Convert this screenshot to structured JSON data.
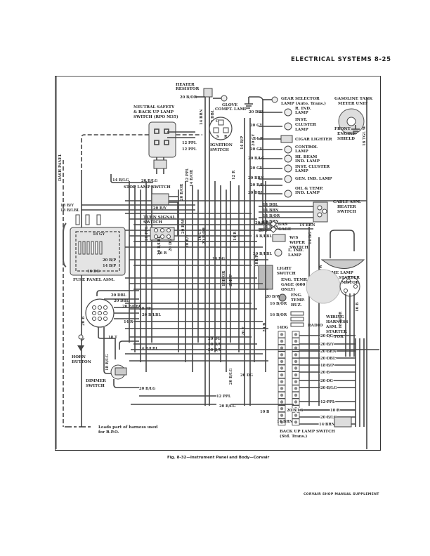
{
  "page": {
    "header": "ELECTRICAL SYSTEMS 8-25",
    "caption": "Fig. 8-32—Instrument Panel and Body—Corvair",
    "footer": "CORVAIR SHOP MANUAL SUPPLEMENT"
  },
  "diagram": {
    "components": {
      "dash_panel": "DASH PANEL",
      "heater_resistor": [
        "HEATER",
        "RESISTOR"
      ],
      "neutral_safety": [
        "NEUTRAL SAFETY",
        "& BACK UP LAMP",
        "SWITCH (RPO M35)"
      ],
      "glove_lamp": [
        "GLOVE",
        "COMPT. LAMP"
      ],
      "gear_selector": [
        "GEAR SELECTOR",
        "LAMP (Auto. Trans.)"
      ],
      "gas_tank": [
        "GASOLINE TANK",
        "METER UNIT"
      ],
      "ignition_switch": [
        "IGNITION",
        "SWITCH"
      ],
      "ignition_terms": [
        "C",
        "S",
        "R"
      ],
      "r_ind_lamp": [
        "R. IND.",
        "LAMP"
      ],
      "inst_cluster_lamp": [
        "INST.",
        "CLUSTER",
        "LAMP"
      ],
      "cigar_lighter": "CIGAR LIGHTER",
      "control_lamp": [
        "CONTROL",
        "LAMP"
      ],
      "hi_beam": [
        "HI. BEAM",
        "IND. LAMP"
      ],
      "inst_cluster_lamp2": [
        "INST. CLUSTER",
        "LAMP"
      ],
      "gen_ind": "GEN. IND. LAMP",
      "oil_temp": [
        "OIL & TEMP.",
        "IND. LAMP"
      ],
      "front_engine_shield": [
        "FRONT",
        "ENGINE",
        "SHIELD"
      ],
      "stop_lamp_switch": "STOP LAMP SWITCH",
      "cable_asm": [
        "CABLE ASM.",
        "HEATER",
        "SWITCH"
      ],
      "turn_signal": [
        "TURN SIGNAL",
        "SWITCH"
      ],
      "gas_gage": [
        "GAS",
        "GAGE"
      ],
      "wiper_switch": [
        "W/S",
        "WIPER",
        "SWITCH"
      ],
      "l_ind_lamp": [
        "L. IND.",
        "LAMP"
      ],
      "dome_lamp": "DOME LAMP",
      "starter_motor": [
        "STARTER",
        "MOTOR"
      ],
      "light_switch": [
        "LIGHT",
        "SWITCH"
      ],
      "eng_temp_gage": [
        "ENG. TEMP.",
        "GAGE (600",
        "ONLY)"
      ],
      "eng_temp_buz": [
        "ENG.",
        "TEMP.",
        "BUZ."
      ],
      "fuse_panel": "FUSE PANEL ASM.",
      "radio": "RADIO",
      "wiring_harness": [
        "WIRING",
        "HARNESS",
        "ASM. -",
        "STARTER",
        "MOTOR"
      ],
      "horn_button": [
        "HORN",
        "BUTTON"
      ],
      "dimmer_switch": [
        "DIMMER",
        "SWITCH"
      ],
      "back_up_switch": [
        "BACK UP LAMP SWITCH",
        "(Std. Trans.)"
      ]
    },
    "legend": [
      "Leads part of harness used",
      "for R.P.O."
    ],
    "wire_labels": {
      "top": [
        "20 B/OR",
        "14 BRN",
        "14 DBL",
        "12 PPL",
        "12 PPL",
        "14 B/P",
        "20 GY",
        "14 B/OR",
        "12 PPL",
        "12 R",
        "18 TGL W."
      ],
      "right_lamps": [
        "20 DBL",
        "20 GY",
        "14 R",
        "20 GY",
        "20 B/LG",
        "20 GY",
        "20 BRN",
        "20 B/P",
        "20 DBL"
      ],
      "heater": [
        "14 DBL",
        "14 BRN",
        "14 B/OR",
        "14 BRN",
        "14 BRN",
        "14 BRN"
      ],
      "gas_wiper": [
        "20 B/P",
        "20 T",
        "18 B/LBL",
        "20 B/LBL",
        "14 DG",
        "18 B/W"
      ],
      "left": [
        "14 B/LG",
        "20 B/LG",
        "18 B/Y",
        "18 B/LBL",
        "20 B/Y",
        "20 B/OR",
        "20 B/W",
        "20 PPL",
        "20 B/LBL",
        "20 DG",
        "20 B/Y",
        "16 R"
      ],
      "fuse": [
        "18 GY",
        "20 B/P",
        "14 B/P",
        "16 DG"
      ],
      "middle": [
        "16 DG",
        "18B/OR",
        "20B/P",
        "18B/P",
        "16 GY",
        "20 B/OR",
        "14 R",
        "20 B/W",
        "16 B/OR",
        "20 B",
        "16 B/OR",
        "20 T",
        "14DG"
      ],
      "bottom_left": [
        "20 DBL",
        "20 DBL",
        "20 PPL",
        "20 B/LBL",
        "20 B/LBL",
        "14 R",
        "20 B",
        "18 T",
        "18 B/LG",
        "14 B/LBL",
        "20 B/LG"
      ],
      "bottom_mid": [
        "20 DG",
        "20 B/Y",
        "20 B/Y",
        "20 B/LG",
        "20 DG",
        "12 PPL",
        "10 B",
        "20 B/LG",
        "14 BRN"
      ],
      "bottom_right": [
        "20 DG",
        "20 B/Y",
        "20 BRN",
        "20 DBL",
        "18 B/P",
        "20 B",
        "20 DG",
        "20 B/LG",
        "12 PPL",
        "20 B/LG",
        "10 R",
        "20 B/LG",
        "14 BRN",
        "18 B/OR",
        "16 B"
      ]
    }
  }
}
